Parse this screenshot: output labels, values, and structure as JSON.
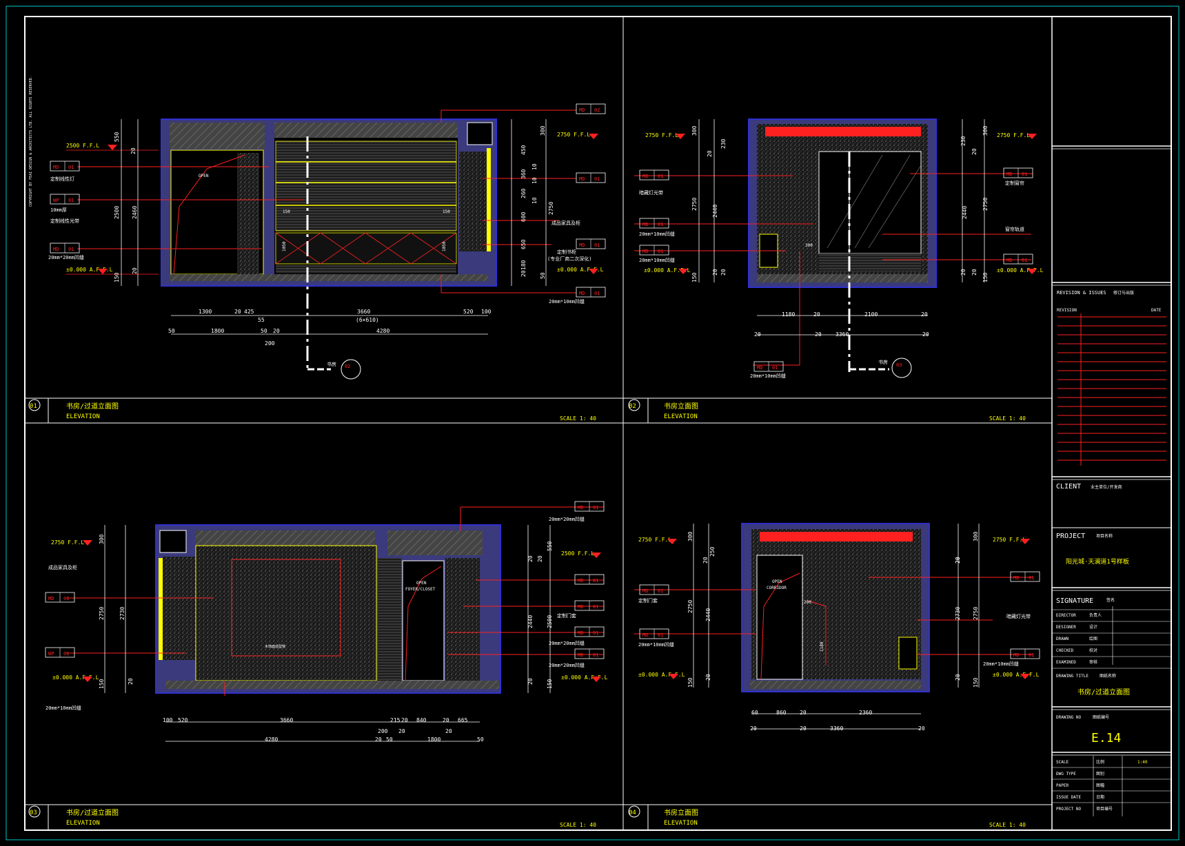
{
  "title_block": {
    "revision_label": "REVISION & ISSUES",
    "revision_note": "修订与出版",
    "revision_col": "REVISION",
    "date_col": "DATE",
    "client_label": "CLIENT",
    "client_note": "业主单位/开发商",
    "project_label": "PROJECT",
    "project_note": "项目名称",
    "project_name": "阳光城·天澜道1号样板",
    "signature_label": "SIGNATURE",
    "signature_note": "签名",
    "roles": [
      {
        "label": "DIRECTOR",
        "cn": "负责人"
      },
      {
        "label": "DESIGNER",
        "cn": "设计"
      },
      {
        "label": "DRAWN",
        "cn": "绘图"
      },
      {
        "label": "CHECKED",
        "cn": "校对"
      },
      {
        "label": "EXAMINED",
        "cn": "审核"
      }
    ],
    "drawing_title_label": "DRAWING TITLE",
    "drawing_title_note": "图纸名称",
    "drawing_title": "书房/过道立面图",
    "drawing_no_label": "DRAWING NO",
    "drawing_no_note": "图纸编号",
    "drawing_no": "E.14",
    "meta": [
      {
        "label": "SCALE",
        "cn": "比例",
        "value": "1:40"
      },
      {
        "label": "DWG TYPE",
        "cn": "图别",
        "value": ""
      },
      {
        "label": "PAPER",
        "cn": "图幅",
        "value": ""
      },
      {
        "label": "ISSUE DATE",
        "cn": "日期",
        "value": ""
      },
      {
        "label": "PROJECT NO",
        "cn": "项目编号",
        "value": ""
      }
    ]
  },
  "copyright": "COPYRIGHT BY FEAI DESIGN & ARCHITECTS LTD. ALL RIGHTS RESERVED.",
  "views": [
    {
      "num": "01",
      "title_cn": "书房/过道立面图",
      "title_en": "ELEVATION",
      "scale": "SCALE 1: 40",
      "level_top": "2500 F.F.L",
      "level_top_right": "2750 F.F.L",
      "level_bottom": "±0.000 A.F.F.L",
      "level_bottom_right": "±0.000 A.F.F.L",
      "tags": [
        "MD 01",
        "WP 01",
        "MD 01",
        "MD 02",
        "MD 01",
        "MD 01",
        "MD 01"
      ],
      "notes": [
        "定制线性灯",
        "10mm厚",
        "定制线性光带",
        "20mm*20mm凹缝",
        "成品家具及柜",
        "定制书柜",
        "(专业厂商二次深化)",
        "20mm*10mm凹缝",
        "OPEN",
        "150",
        "150",
        "1050",
        "1050"
      ],
      "dims_bottom_1": [
        "1300",
        "20",
        "425",
        "3660",
        "520",
        "100"
      ],
      "dims_bottom_extra": [
        "55",
        "(6×610)"
      ],
      "dims_bottom_2": [
        "50",
        "1800",
        "50",
        "20",
        "4280"
      ],
      "dims_bottom_3": "200",
      "dims_left": [
        "550",
        "20",
        "2500",
        "2460",
        "20",
        "150"
      ],
      "dims_right": [
        "300",
        "450",
        "10",
        "360",
        "10",
        "260",
        "10",
        "600",
        "650",
        "180",
        "20",
        "50",
        "2750"
      ],
      "section_tag": "书房",
      "section_ref": "02"
    },
    {
      "num": "02",
      "title_cn": "书房立面图",
      "title_en": "ELEVATION",
      "scale": "SCALE 1: 40",
      "level_top": "2750 F.F.L",
      "level_top_right": "2750 F.F.L",
      "level_bottom": "±0.000 A.F.F.L",
      "level_bottom_right": "±0.000 A.F.F.L",
      "tags": [
        "MD 01",
        "MD 01",
        "MD 01",
        "MD 01",
        "MD 01",
        "MD 01"
      ],
      "notes": [
        "暗藏灯光带",
        "20mm*10mm凹缝",
        "20mm*10mm凹缝",
        "定制窗帘",
        "窗帘轨道",
        "20mm*10mm凹缝",
        "300"
      ],
      "dims_bottom_1": [
        "1180",
        "20",
        "2100",
        "20"
      ],
      "dims_bottom_2": [
        "20",
        "20",
        "3360",
        "20"
      ],
      "dims_left": [
        "300",
        "20",
        "230",
        "2750",
        "2440",
        "20",
        "20",
        "150"
      ],
      "dims_right": [
        "300",
        "230",
        "20",
        "2440",
        "2750",
        "20",
        "20",
        "150"
      ],
      "section_tag": "书房",
      "section_ref": "03"
    },
    {
      "num": "03",
      "title_cn": "书房/过道立面图",
      "title_en": "ELEVATION",
      "scale": "SCALE 1: 40",
      "level_top": "2750 F.F.L",
      "level_top_right": "2500 F.F.L",
      "level_bottom": "±0.000 A.F.F.L",
      "level_bottom_right": "±0.000 A.F.F.L",
      "tags": [
        "MD 01",
        "WP 01",
        "MD 01",
        "MD 01",
        "MD 01",
        "MD 01",
        "MD 01"
      ],
      "notes": [
        "20mm*20mm凹缝",
        "成品家具及柜",
        "20mm*10mm凹缝",
        "定制门套",
        "20mm*20mm凹缝",
        "20mm*20mm凹缝",
        "OPEN",
        "FOYER/CLOSET",
        "木饰面造型墙"
      ],
      "dims_bottom_1": [
        "100",
        "520",
        "3660",
        "215",
        "20",
        "840",
        "20",
        "665"
      ],
      "dims_bottom_2": [
        "4280",
        "20",
        "50",
        "1800",
        "50"
      ],
      "dims_bottom_mid": [
        "200",
        "20",
        "20"
      ],
      "dims_left": [
        "300",
        "2750",
        "2730",
        "150",
        "20"
      ],
      "dims_right": [
        "550",
        "20",
        "20",
        "2440",
        "2500",
        "20",
        "150"
      ]
    },
    {
      "num": "04",
      "title_cn": "书房立面图",
      "title_en": "ELEVATION",
      "scale": "SCALE 1: 40",
      "level_top": "2750 F.F.L",
      "level_top_right": "2750 F.F.L",
      "level_bottom": "±0.000 A.F.F.L",
      "level_bottom_right": "±0.000 A.F.F.L",
      "tags": [
        "MD 01",
        "MD 01",
        "MD 01",
        "MD 01"
      ],
      "notes": [
        "定制门套",
        "20mm*10mm凹缝",
        "暗藏灯光带",
        "20mm*10mm凹缝",
        "OPEN",
        "CORRIDOR",
        "200",
        "1180"
      ],
      "dims_bottom_1": [
        "60",
        "860",
        "20",
        "2360"
      ],
      "dims_bottom_2": [
        "20",
        "20",
        "3360",
        "20"
      ],
      "dims_left": [
        "300",
        "20",
        "250",
        "2750",
        "2440",
        "20",
        "150"
      ],
      "dims_right": [
        "300",
        "20",
        "20",
        "2730",
        "2750",
        "20",
        "150"
      ]
    }
  ],
  "colors": {
    "background": "#000000",
    "frame": "#ffffff",
    "annotation": "#ff2020",
    "dimension": "#ffffff",
    "wall": "#3a3a7c",
    "wall_outline": "#3030d0",
    "furniture": "#ffff00",
    "border": "#00c8c8"
  }
}
